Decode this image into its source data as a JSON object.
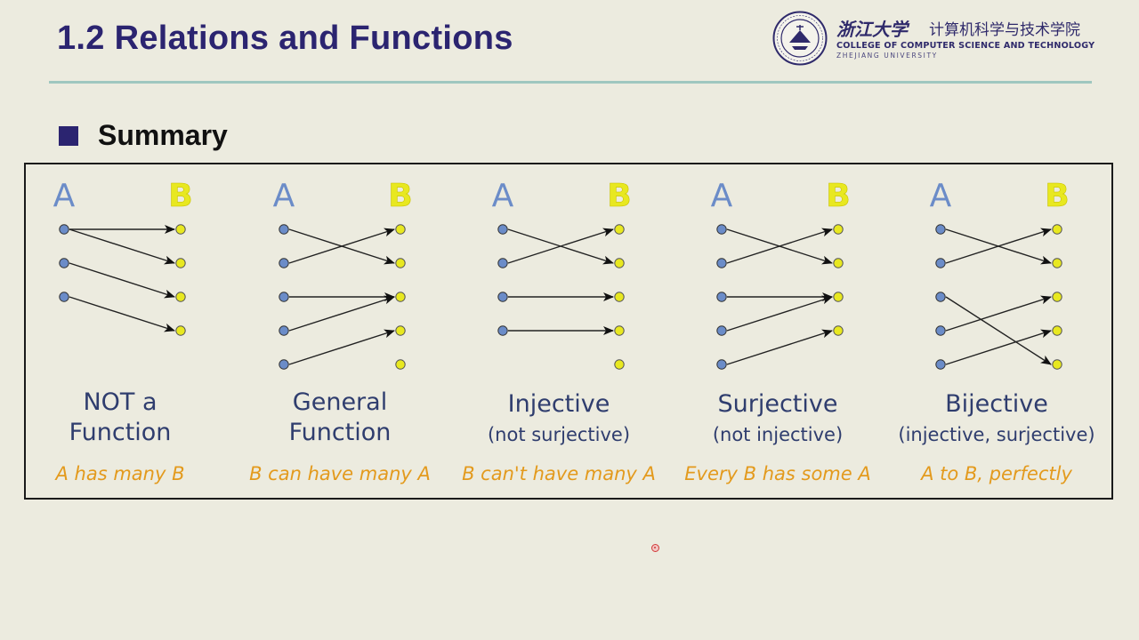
{
  "header": {
    "title": "1.2 Relations and Functions",
    "university_cn": "浙江大学",
    "college_cn": "计算机科学与技术学院",
    "college_en": "COLLEGE OF COMPUTER SCIENCE AND TECHNOLOGY",
    "university_en": "ZHEJIANG UNIVERSITY"
  },
  "section": {
    "title": "Summary"
  },
  "colors": {
    "title": "#2b2470",
    "rule": "#9fc7c0",
    "set_a": "#6b8cc8",
    "set_b": "#e8e820",
    "name": "#2f3d6e",
    "note": "#e39a1d"
  },
  "diagrams": [
    {
      "label_a": "A",
      "label_b": "B",
      "a_count": 3,
      "b_count": 4,
      "edges": [
        [
          0,
          0
        ],
        [
          0,
          1
        ],
        [
          1,
          2
        ],
        [
          2,
          3
        ]
      ],
      "name_lines": [
        "NOT a",
        "Function"
      ],
      "subtitle": "",
      "note": "A has many B"
    },
    {
      "label_a": "A",
      "label_b": "B",
      "a_count": 5,
      "b_count": 5,
      "edges": [
        [
          0,
          1
        ],
        [
          1,
          0
        ],
        [
          2,
          2
        ],
        [
          3,
          2
        ],
        [
          4,
          3
        ]
      ],
      "name_lines": [
        "General",
        "Function"
      ],
      "subtitle": "",
      "note": "B can have many A"
    },
    {
      "label_a": "A",
      "label_b": "B",
      "a_count": 4,
      "b_count": 5,
      "edges": [
        [
          0,
          1
        ],
        [
          1,
          0
        ],
        [
          2,
          2
        ],
        [
          3,
          3
        ]
      ],
      "name_lines": [
        "Injective"
      ],
      "subtitle": "(not surjective)",
      "note": "B can't have many A"
    },
    {
      "label_a": "A",
      "label_b": "B",
      "a_count": 5,
      "b_count": 4,
      "edges": [
        [
          0,
          1
        ],
        [
          1,
          0
        ],
        [
          2,
          2
        ],
        [
          3,
          2
        ],
        [
          4,
          3
        ]
      ],
      "name_lines": [
        "Surjective"
      ],
      "subtitle": "(not injective)",
      "note": "Every B has some A"
    },
    {
      "label_a": "A",
      "label_b": "B",
      "a_count": 5,
      "b_count": 5,
      "edges": [
        [
          0,
          1
        ],
        [
          1,
          0
        ],
        [
          2,
          4
        ],
        [
          3,
          2
        ],
        [
          4,
          3
        ]
      ],
      "name_lines": [
        "Bijective"
      ],
      "subtitle": "(injective, surjective)",
      "note": "A to B, perfectly"
    }
  ]
}
